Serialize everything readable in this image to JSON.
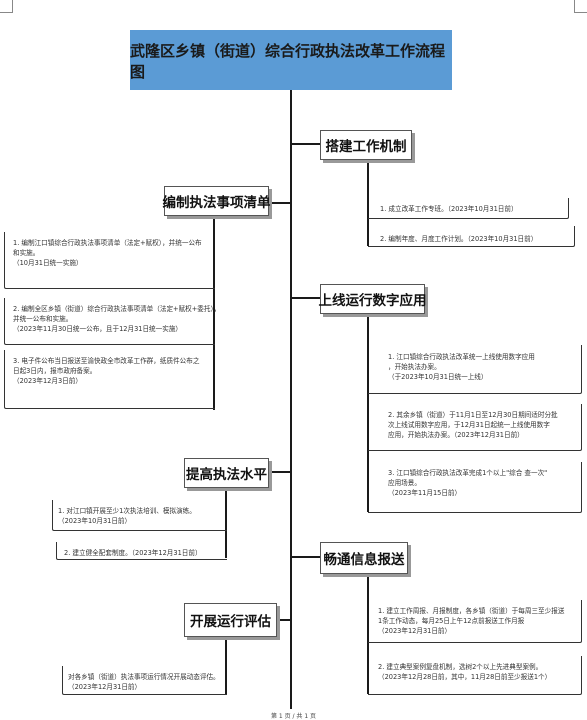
{
  "title": "武隆区乡镇（街道）综合行政执法改革工作流程图",
  "headings": {
    "mechanism": "搭建工作机制",
    "checklist": "编制执法事项清单",
    "digital": "上线运行数字应用",
    "enforcement": "提高执法水平",
    "info": "畅通信息报送",
    "evaluation": "开展运行评估"
  },
  "mechanism_items": [
    "1. 成立改革工作专班。（2023年10月31日前）",
    "2. 编制年度、月度工作计划。（2023年10月31日前）"
  ],
  "checklist_items": [
    "1. 编制江口镇综合行政执法事项清单（法定+赋权），并统一公布\n和实施。\n（10月31日统一实施）",
    "2. 编制全区乡镇（街道）综合行政执法事项清单（法定+赋权+委托），\n并统一公布和实施。\n（2023年11月30日统一公布，且于12月31日统一实施）",
    "3. 电子件公布当日报送至渝快政全市改革工作群，纸质件公布之\n日起3日内，报市政府备案。\n（2023年12月3日前）"
  ],
  "digital_items": [
    "1. 江口镇综合行政执法改革统一上线使用数字应用\n，开始执法办案。\n（于2023年10月31日统一上线）",
    "2. 其余乡镇（街道）于11月1日至12月30日期间适时分批\n次上线试用数字应用，于12月31日起统一上线使用数字\n应用，开始执法办案。（2023年12月31日前）",
    "3. 江口镇综合行政执法改革完成1个以上\"综合 查一次\"\n应用场景。\n（2023年11月15日前）"
  ],
  "enforcement_items": [
    "1. 对江口镇开展至少1次执法培训、模拟演练。\n（2023年10月31日前）",
    "2. 建立健全配套制度。（2023年12月31日前）"
  ],
  "info_items": [
    "1. 建立工作周报、月报制度，各乡镇（街道）于每周三至少报送\n1条工作动态，每月25日上午12点前报送工作月报\n（2023年12月31日前）",
    "2. 建立典型案例复盘机制，选树2个以上先进典型案例。\n（2023年12月28日前，其中，11月28日前至少报送1个）"
  ],
  "evaluation_items": [
    "对各乡镇（街道）执法事项运行情况开展动态评估。\n（2023年12月31日前）"
  ],
  "footer": "第 1 页 / 共 1 页"
}
